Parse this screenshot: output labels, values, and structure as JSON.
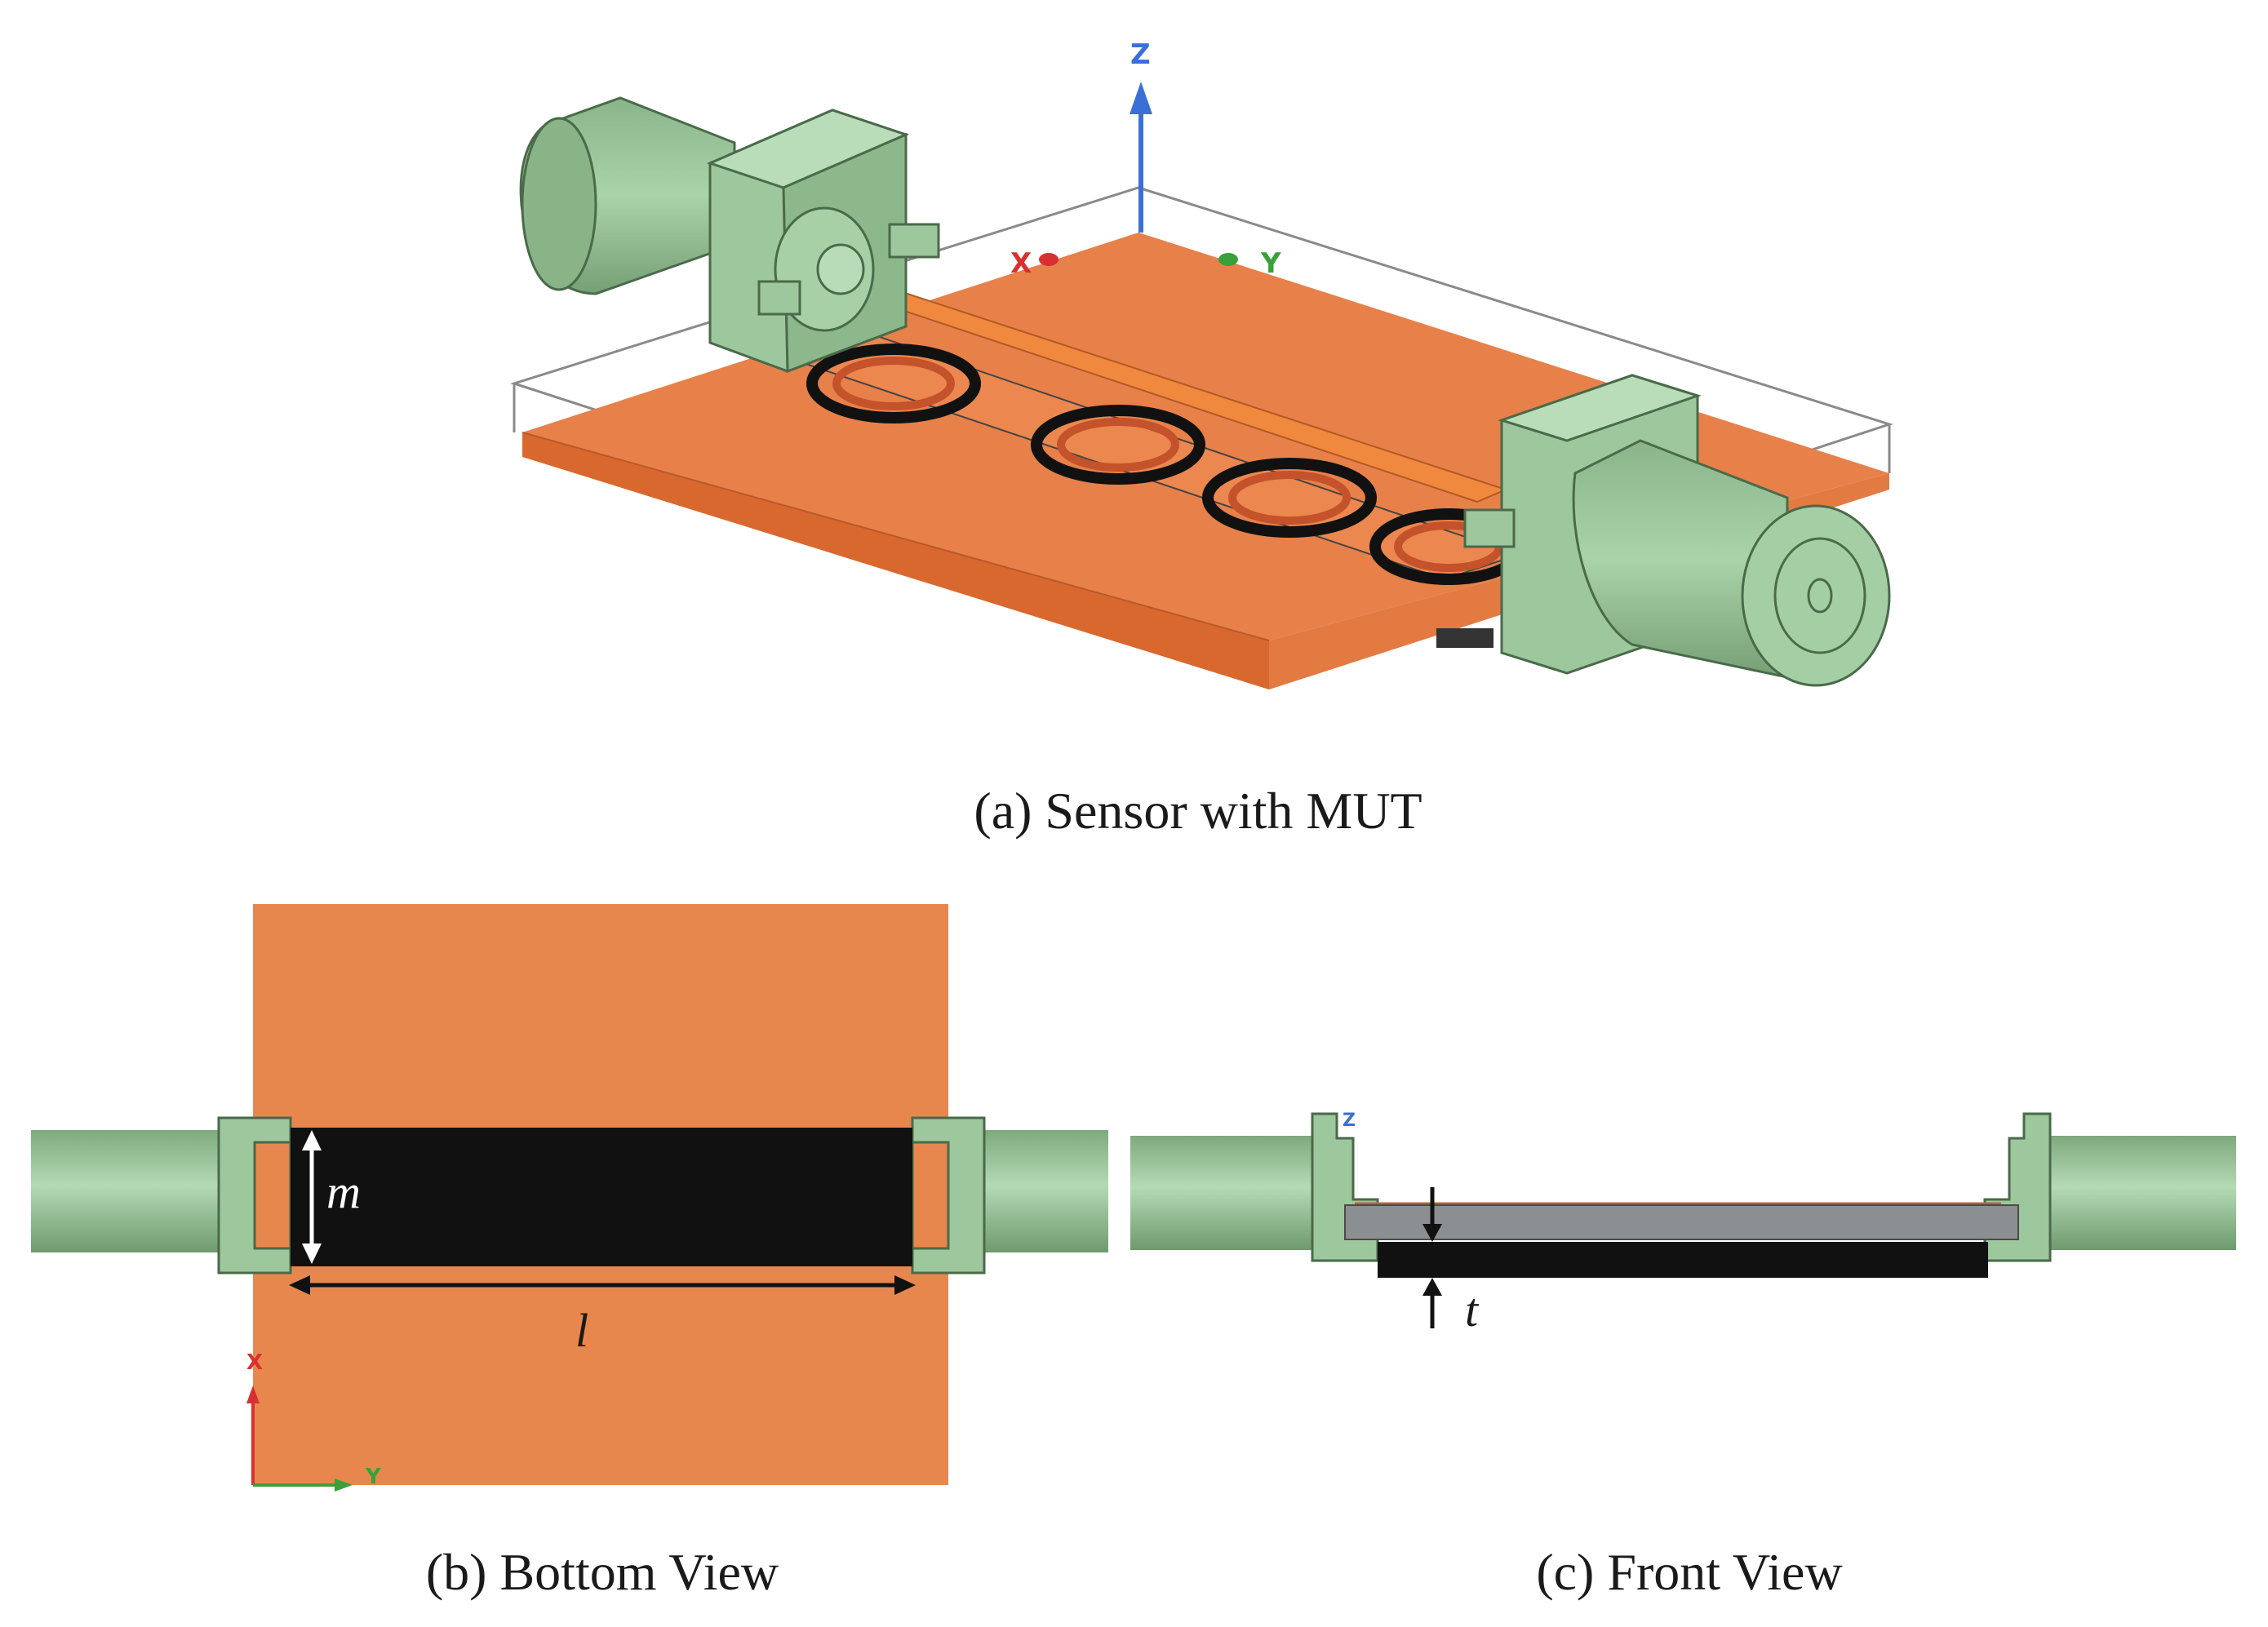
{
  "colors": {
    "substrate": "#e8804a",
    "substrate_side": "#e06f35",
    "connector": "#9dc79d",
    "connector_dark": "#6e9c6e",
    "connector_outline": "#4a6a4a",
    "mut": "#111111",
    "gray_layer": "#8c8f92",
    "axis_x": "#d83030",
    "axis_y": "#3aa03a",
    "axis_z": "#3a6fd8"
  },
  "views": {
    "a": {
      "caption": "(a) Sensor  with MUT",
      "axes": {
        "x": "X",
        "y": "Y",
        "z": "Z"
      }
    },
    "b": {
      "caption": "(b) Bottom View",
      "dim_width": "m",
      "dim_length": "l",
      "axes": {
        "x": "X",
        "y": "Y"
      }
    },
    "c": {
      "caption": "(c) Front View",
      "dim_thickness": "t",
      "axes": {
        "z": "Z"
      }
    }
  }
}
